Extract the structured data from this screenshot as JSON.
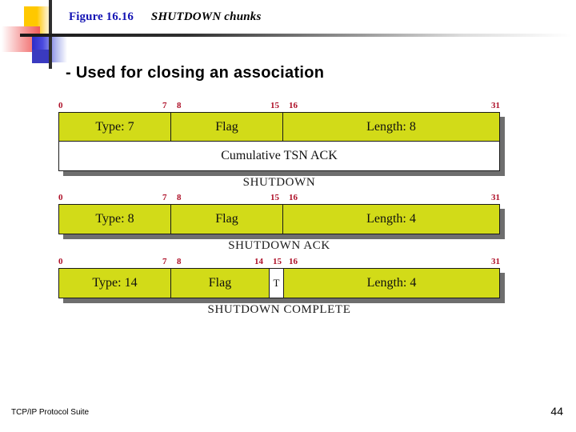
{
  "slide": {
    "figure_number": "Figure 16.16",
    "figure_title": "SHUTDOWN chunks",
    "subtitle": "- Used for closing an association",
    "colors": {
      "figure_number": "#1414B4",
      "bit_label": "#AE1028",
      "field_fill": "#D2DB18",
      "frame_border": "#1a1a1a",
      "shadow": "#6E6E6E"
    }
  },
  "footer": {
    "book_title": "TCP/IP Protocol Suite",
    "page_number": "44"
  },
  "chart_data": {
    "type": "diagram",
    "title": "SHUTDOWN chunks",
    "diagrams": [
      {
        "caption": "SHUTDOWN",
        "bit_labels": [
          "0",
          "7",
          "8",
          "15",
          "16",
          "31"
        ],
        "rows": [
          {
            "fields": [
              {
                "label": "Type: 7",
                "bits": "0-7",
                "fill": "#D2DB18"
              },
              {
                "label": "Flag",
                "bits": "8-15",
                "fill": "#D2DB18"
              },
              {
                "label": "Length: 8",
                "bits": "16-31",
                "fill": "#D2DB18"
              }
            ]
          },
          {
            "fields": [
              {
                "label": "Cumulative TSN ACK",
                "bits": "0-31",
                "fill": "#ffffff"
              }
            ]
          }
        ]
      },
      {
        "caption": "SHUTDOWN ACK",
        "bit_labels": [
          "0",
          "7",
          "8",
          "15",
          "16",
          "31"
        ],
        "rows": [
          {
            "fields": [
              {
                "label": "Type: 8",
                "bits": "0-7",
                "fill": "#D2DB18"
              },
              {
                "label": "Flag",
                "bits": "8-15",
                "fill": "#D2DB18"
              },
              {
                "label": "Length: 4",
                "bits": "16-31",
                "fill": "#D2DB18"
              }
            ]
          }
        ]
      },
      {
        "caption": "SHUTDOWN COMPLETE",
        "bit_labels": [
          "0",
          "7",
          "8",
          "14",
          "15",
          "16",
          "31"
        ],
        "rows": [
          {
            "fields": [
              {
                "label": "Type: 14",
                "bits": "0-7",
                "fill": "#D2DB18"
              },
              {
                "label": "Flag",
                "bits": "8-14",
                "fill": "#D2DB18"
              },
              {
                "label": "T",
                "bits": "15",
                "fill": "#ffffff"
              },
              {
                "label": "Length: 4",
                "bits": "16-31",
                "fill": "#D2DB18"
              }
            ]
          }
        ]
      }
    ]
  }
}
